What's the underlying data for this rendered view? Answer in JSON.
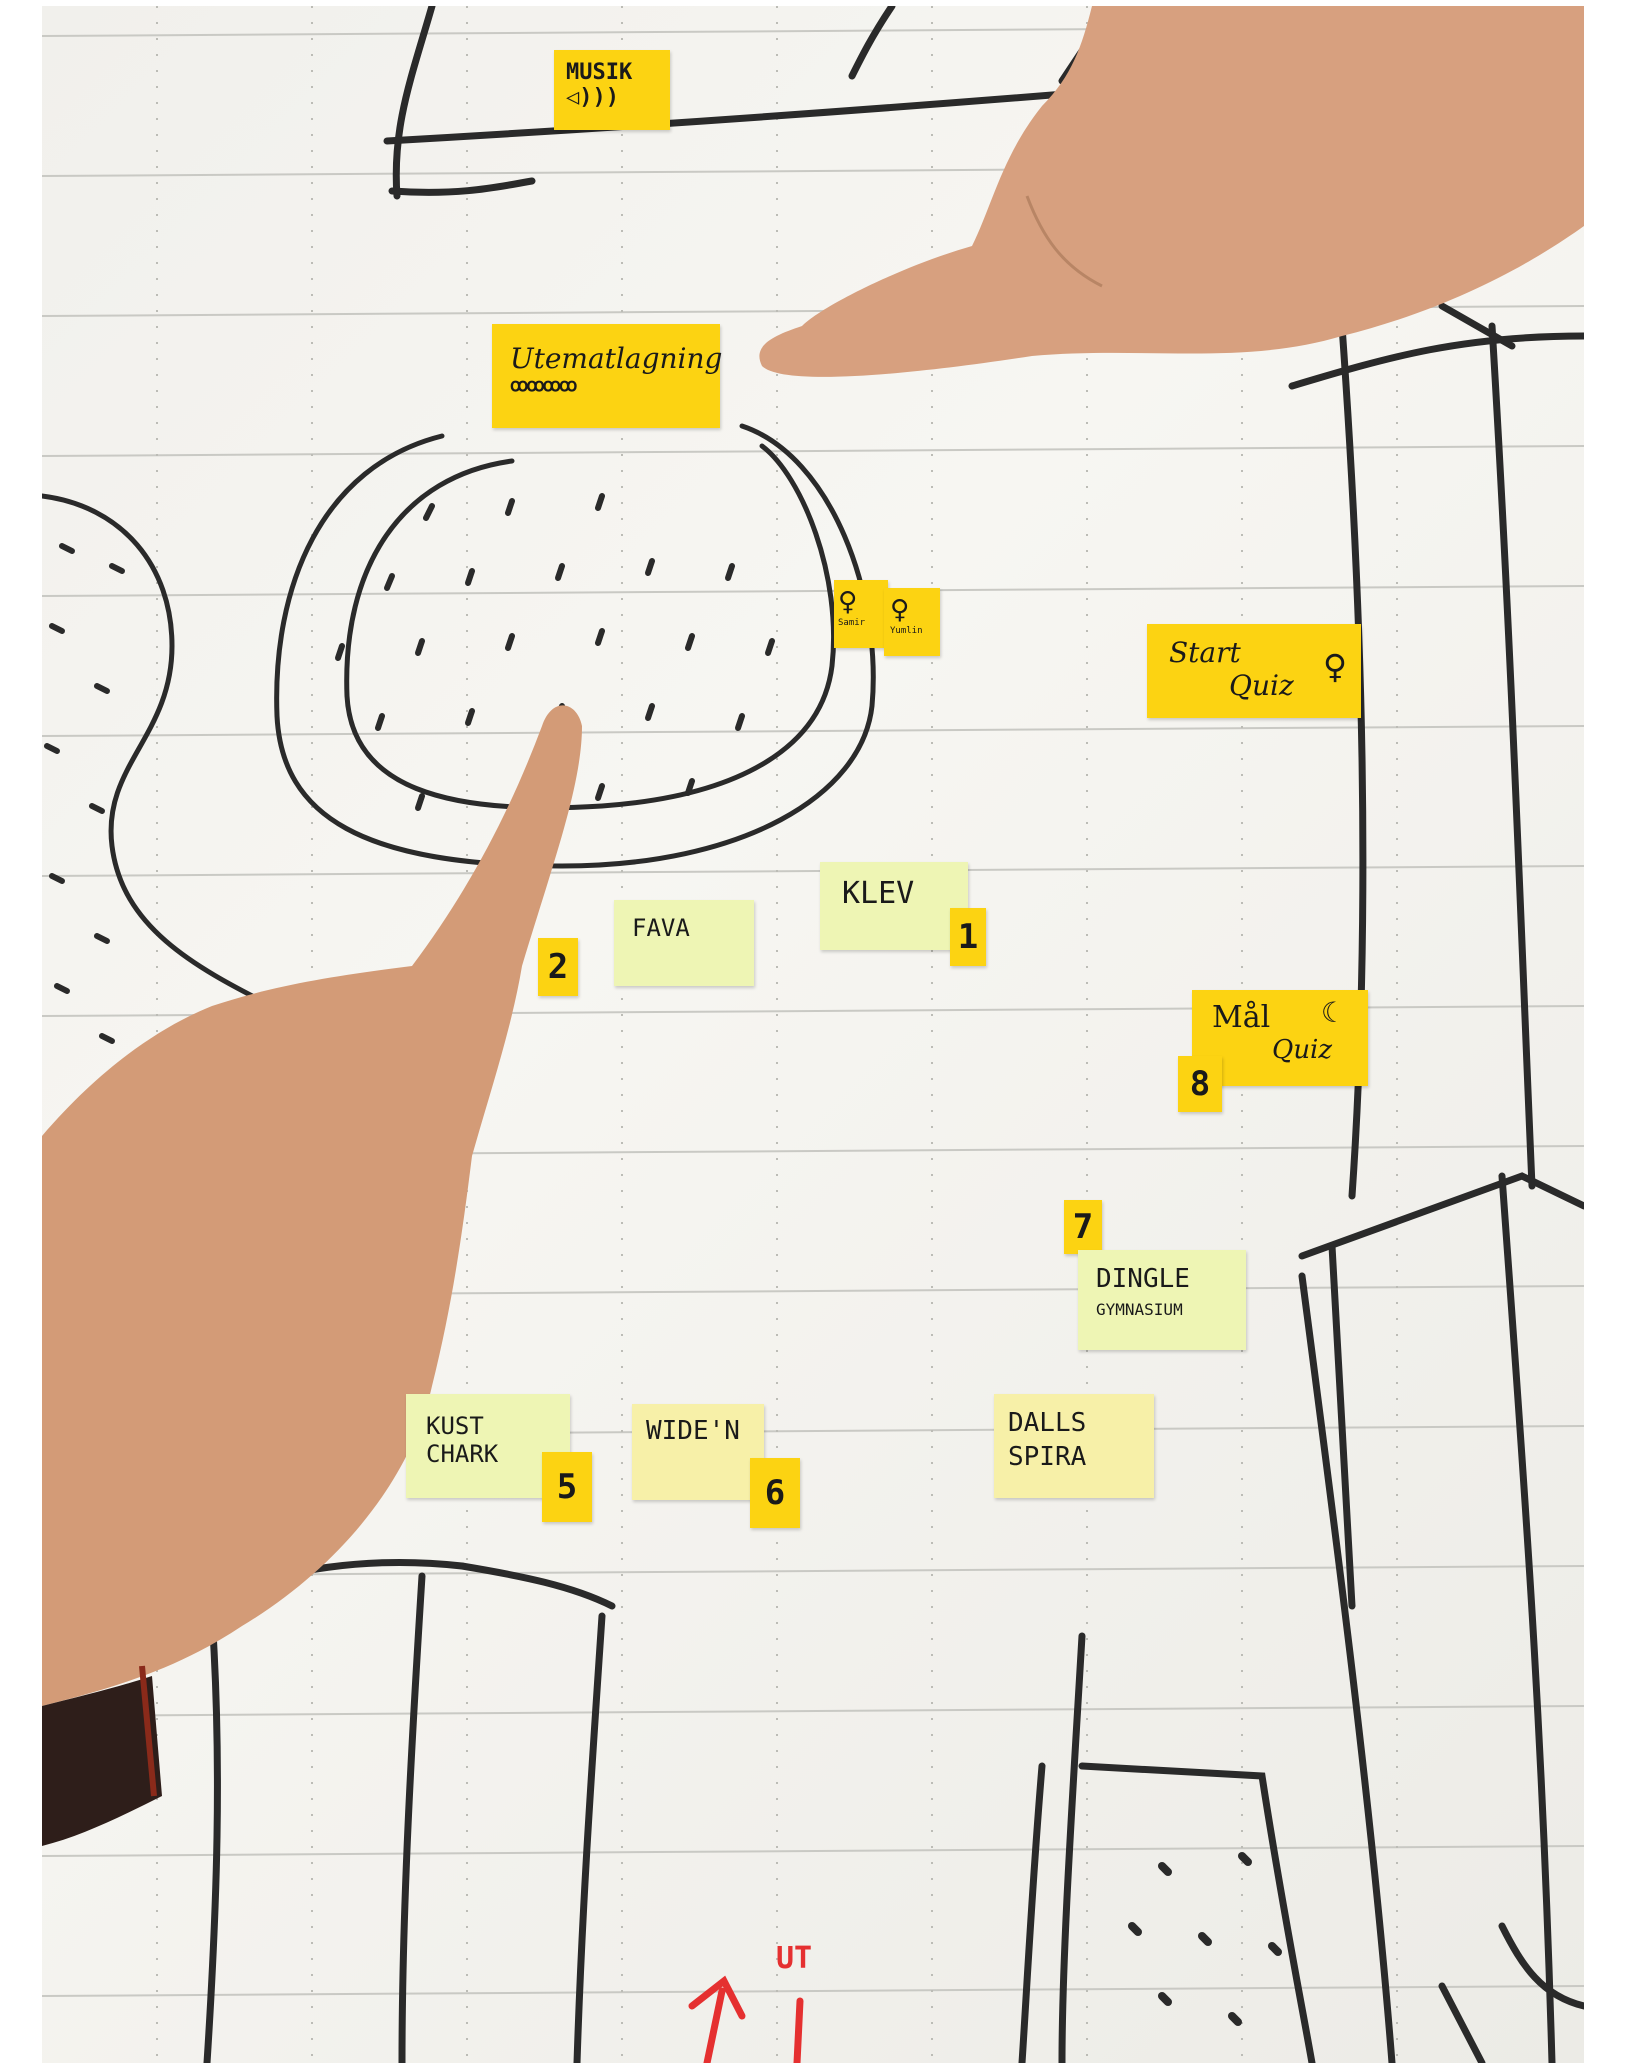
{
  "notes": {
    "musik": "MUSIK",
    "utematlagning": "Utematlagning",
    "figure_left": "Samir",
    "figure_right": "Yumlin",
    "start_quiz_1": "Start",
    "start_quiz_2": "Quiz",
    "klev": "KLEV",
    "fava": "FAVA",
    "mal_quiz_1": "Mål",
    "mal_quiz_2": "Quiz",
    "dingle_1": "DINGLE",
    "dingle_2": "GYMNASIUM",
    "kust_chark_1": "KUST",
    "kust_chark_2": "CHARK",
    "widen": "WIDE'N",
    "dalls_spira_1": "DALLS",
    "dalls_spira_2": "SPIRA",
    "ut_label": "UT"
  },
  "numbers": {
    "n1": "1",
    "n2": "2",
    "n5": "5",
    "n6": "6",
    "n7": "7",
    "n8": "8"
  },
  "colors": {
    "sticky_yellow": "#fcd312",
    "sticky_green": "#eef5b4",
    "sticky_pale_yellow": "#f7f0a8",
    "marker": "#2a2a2a",
    "exit_red": "#e53030",
    "skin": "#d7a07f"
  }
}
